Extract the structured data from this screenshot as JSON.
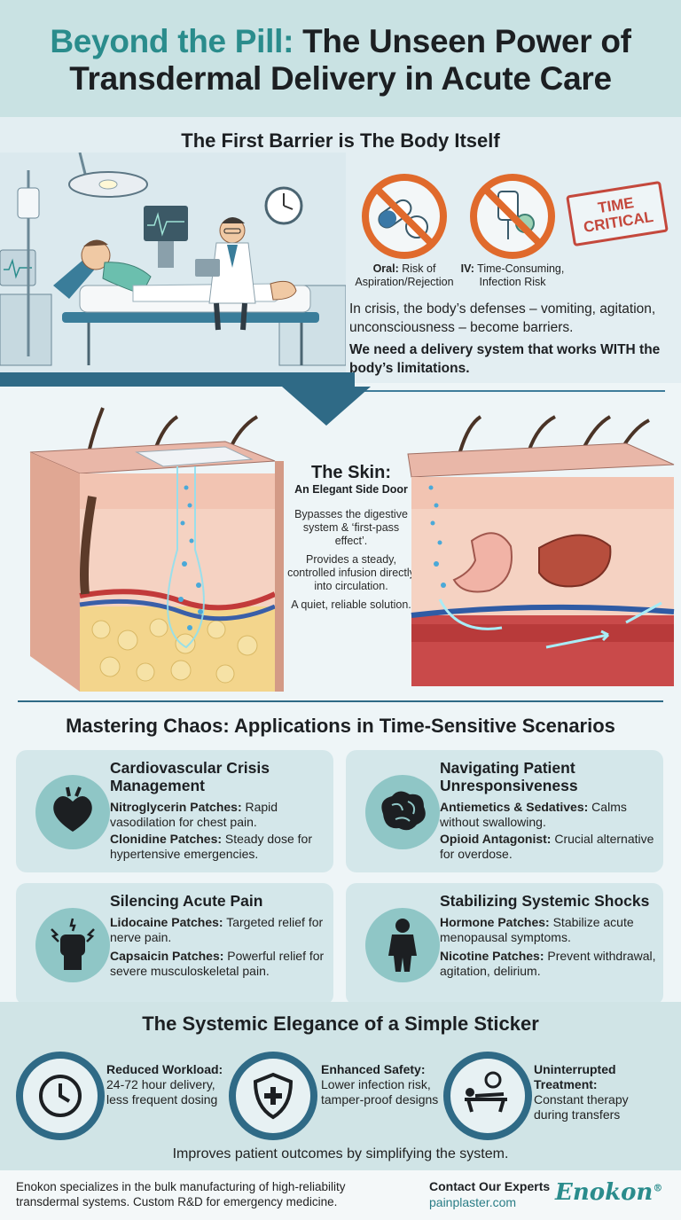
{
  "header": {
    "title_accent": "Beyond the Pill:",
    "title_rest": "The Unseen Power of",
    "title_line2": "Transdermal Delivery in Acute Care"
  },
  "barrier": {
    "heading": "The First Barrier is The Body Itself",
    "oral": {
      "label": "Oral:",
      "text": "Risk of Aspiration/Rejection"
    },
    "iv": {
      "label": "IV:",
      "text": "Time-Consuming, Infection Risk"
    },
    "stamp_line1": "TIME",
    "stamp_line2": "CRITICAL",
    "text": "In crisis, the body’s defenses – vomiting, agitation, unconsciousness – become barriers.",
    "strong": "We need a delivery system that works WITH the body’s limitations."
  },
  "skin": {
    "title": "The Skin:",
    "subtitle": "An Elegant Side Door",
    "p1": "Bypasses the digestive system & ‘first-pass effect’.",
    "p2": "Provides a steady, controlled infusion directly into circulation.",
    "p3": "A quiet, reliable solution."
  },
  "applications": {
    "heading": "Mastering Chaos: Applications in Time-Sensitive Scenarios",
    "cards": [
      {
        "title": "Cardiovascular Crisis Management",
        "l1_bold": "Nitroglycerin Patches:",
        "l1_text": " Rapid vasodilation for chest pain.",
        "l2_bold": "Clonidine Patches:",
        "l2_text": " Steady dose for hypertensive emergencies.",
        "icon": "heart-icon"
      },
      {
        "title": "Navigating Patient Unresponsiveness",
        "l1_bold": "Antiemetics & Sedatives:",
        "l1_text": " Calms without swallowing.",
        "l2_bold": "Opioid Antagonist:",
        "l2_text": " Crucial alternative for overdose.",
        "icon": "brain-icon"
      },
      {
        "title": "Silencing Acute Pain",
        "l1_bold": "Lidocaine Patches:",
        "l1_text": " Targeted relief for nerve pain.",
        "l2_bold": "Capsaicin Patches:",
        "l2_text": " Powerful relief for severe musculoskeletal pain.",
        "icon": "fist-pain-icon"
      },
      {
        "title": "Stabilizing Systemic Shocks",
        "l1_bold": "Hormone Patches:",
        "l1_text": " Stabilize acute menopausal symptoms.",
        "l2_bold": "Nicotine Patches:",
        "l2_text": " Prevent withdrawal, agitation, delirium.",
        "icon": "human-body-icon"
      }
    ]
  },
  "elegance": {
    "heading": "The Systemic Elegance of a Simple Sticker",
    "benefits": [
      {
        "bold": "Reduced Workload:",
        "text": " 24-72 hour delivery, less frequent dosing",
        "icon": "clock-icon"
      },
      {
        "bold": "Enhanced Safety:",
        "text": " Lower infection risk, tamper-proof designs",
        "icon": "shield-cross-icon"
      },
      {
        "bold": "Uninterrupted Treatment:",
        "text": " Constant therapy during transfers",
        "icon": "stretcher-icon"
      }
    ],
    "footer": "Improves patient outcomes by simplifying the system."
  },
  "footer": {
    "text": "Enokon specializes in the bulk manufacturing of high-reliability transdermal systems. Custom R&D for emergency medicine.",
    "contact_label": "Contact Our Experts",
    "contact_url": "painplaster.com",
    "brand": "Enokon",
    "brand_mark": "®"
  },
  "colors": {
    "accent": "#2a8c8c",
    "ban_orange": "#e06a2c",
    "stamp_red": "#c4483c",
    "navy": "#2f6a86",
    "card_bg": "#d4e7ea"
  }
}
